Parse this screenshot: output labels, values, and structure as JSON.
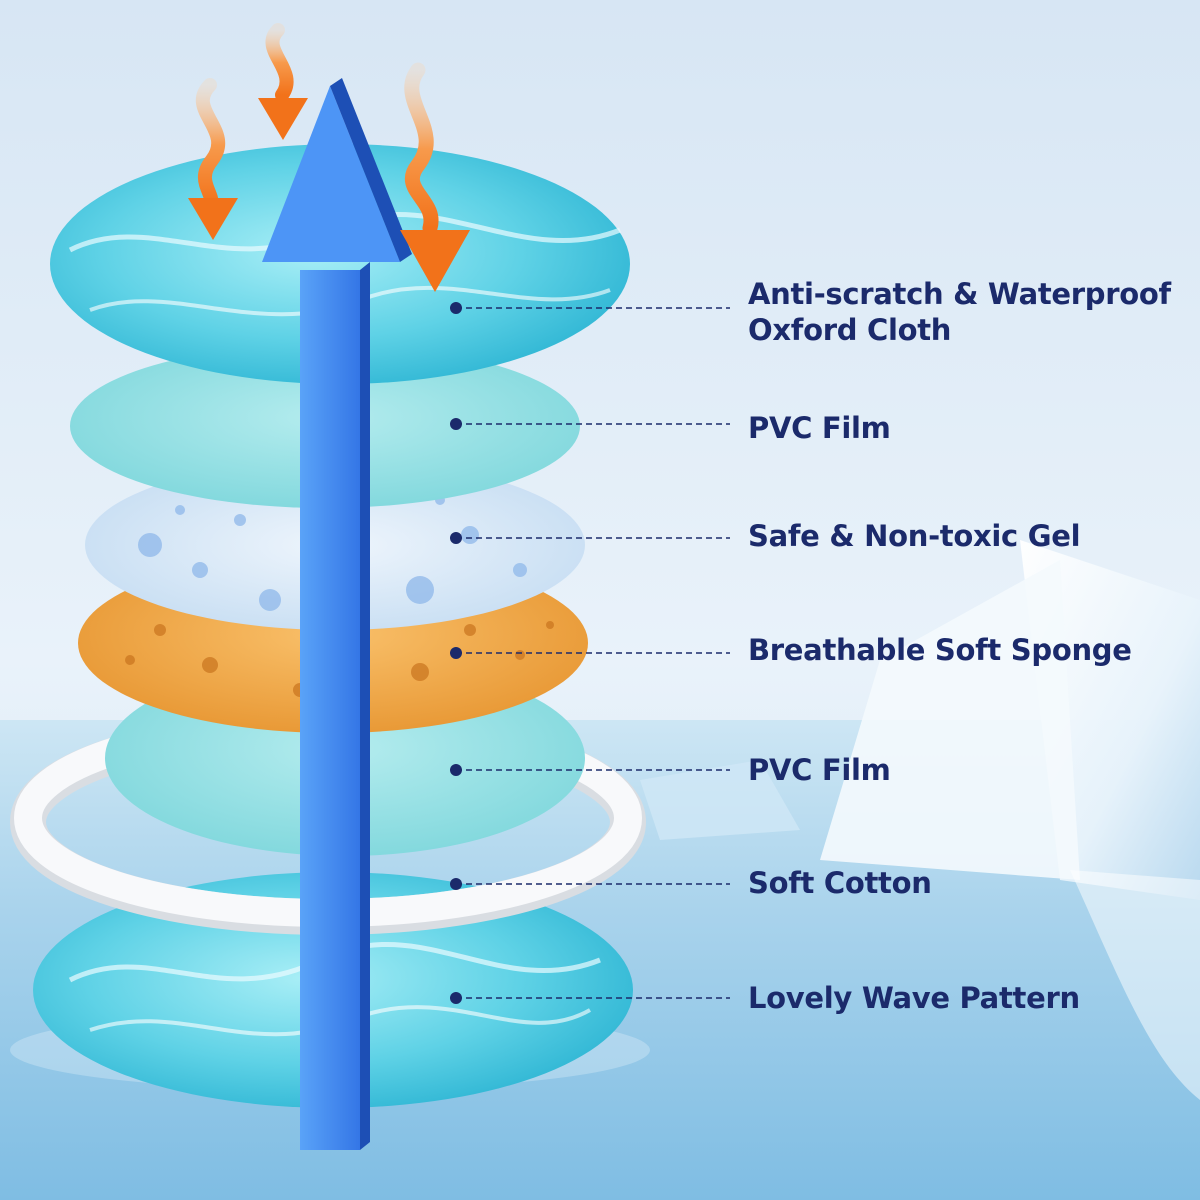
{
  "colors": {
    "label_text": "#1b2a6b",
    "leader_line": "#1b2a6b",
    "heat_arrow": "#f47a1f",
    "cool_arrow": "#3f86f0",
    "wave_fabric": "#5cd3e6",
    "pvc_film": "#9fe3e6",
    "gel": "#dbe9f8",
    "sponge": "#f3a545",
    "cotton": "#f4f5f7"
  },
  "layers": [
    {
      "id": "oxford",
      "lines": [
        "Anti-scratch & Waterproof",
        "Oxford Cloth"
      ]
    },
    {
      "id": "pvc-top",
      "lines": [
        "PVC Film"
      ]
    },
    {
      "id": "gel",
      "lines": [
        "Safe & Non-toxic Gel"
      ]
    },
    {
      "id": "sponge",
      "lines": [
        "Breathable Soft Sponge"
      ]
    },
    {
      "id": "pvc-bottom",
      "lines": [
        "PVC Film"
      ]
    },
    {
      "id": "cotton",
      "lines": [
        "Soft Cotton"
      ]
    },
    {
      "id": "wave",
      "lines": [
        "Lovely Wave Pattern"
      ]
    }
  ]
}
